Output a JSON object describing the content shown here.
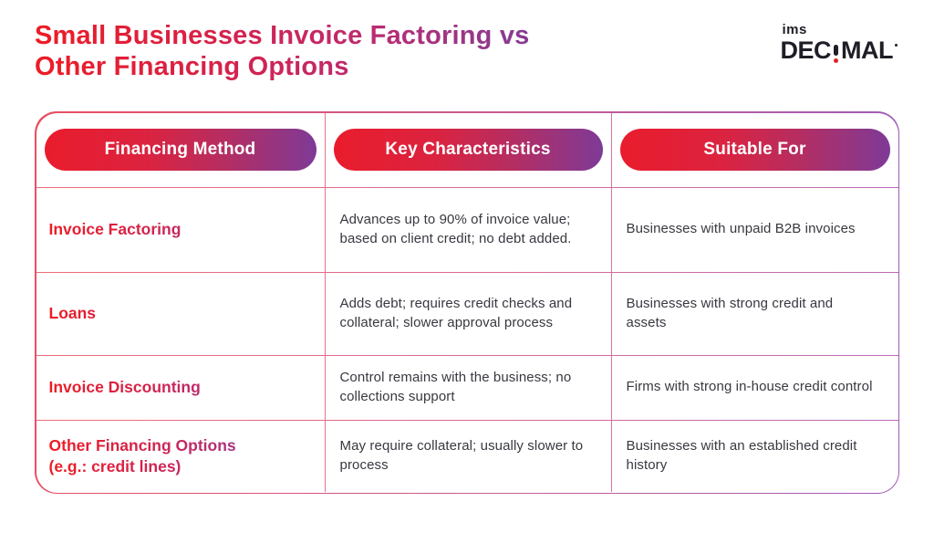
{
  "page": {
    "title_line1": "Small Businesses Invoice Factoring vs",
    "title_line2": "Other Financing Options"
  },
  "logo": {
    "top_text": "ims",
    "brand_pre": "DEC",
    "brand_post": "MAL",
    "exclamation_icon": "black-stem-red-dot"
  },
  "colors": {
    "brand_red": "#ED1C24",
    "brand_purple": "#7B3F9B",
    "mid_crimson": "#BE2A6E",
    "divider_pink": "#E2738B",
    "body_text": "#3A3740",
    "logo_black": "#1F1D26",
    "background": "#FFFFFF"
  },
  "table": {
    "headers": [
      "Financing Method",
      "Key Characteristics",
      "Suitable For"
    ],
    "rows": [
      {
        "method": "Invoice Factoring",
        "method_sub": "",
        "characteristics": "Advances up to 90% of invoice value; based on client credit; no debt added.",
        "suitable": "Businesses with unpaid B2B invoices"
      },
      {
        "method": "Loans",
        "method_sub": "",
        "characteristics": "Adds debt; requires credit checks and collateral; slower approval process",
        "suitable": "Businesses with strong credit and assets"
      },
      {
        "method": "Invoice Discounting",
        "method_sub": "",
        "characteristics": "Control remains with the business; no collections support",
        "suitable": "Firms with strong in-house credit control"
      },
      {
        "method": "Other Financing Options",
        "method_sub": "(e.g.: credit lines)",
        "characteristics": "May require collateral; usually slower to process",
        "suitable": "Businesses with an established credit history"
      }
    ]
  },
  "chart_data": {
    "type": "table",
    "title": "Small Businesses Invoice Factoring vs Other Financing Options",
    "columns": [
      "Financing Method",
      "Key Characteristics",
      "Suitable For"
    ],
    "rows": [
      [
        "Invoice Factoring",
        "Advances up to 90% of invoice value; based on client credit; no debt added.",
        "Businesses with unpaid B2B invoices"
      ],
      [
        "Loans",
        "Adds debt; requires credit checks and collateral; slower approval process",
        "Businesses with strong credit and assets"
      ],
      [
        "Invoice Discounting",
        "Control remains with the business; no collections support",
        "Firms with strong in-house credit control"
      ],
      [
        "Other Financing Options (e.g.: credit lines)",
        "May require collateral; usually slower to process",
        "Businesses with an established credit history"
      ]
    ]
  }
}
